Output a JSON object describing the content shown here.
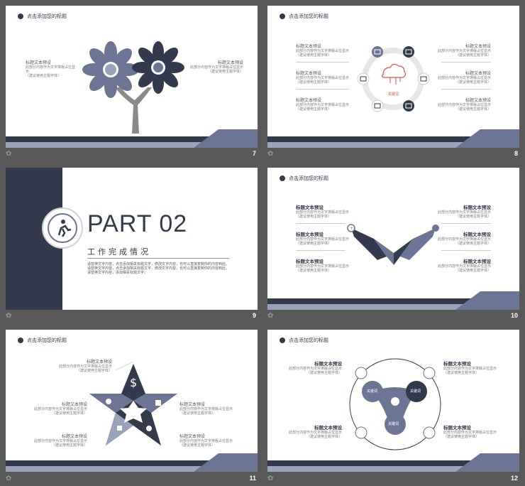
{
  "common": {
    "header_title": "点击添加您的标题",
    "star_glyph": "✩",
    "item_title": "标题文本预设",
    "item_desc_1": "此部分内容作为文字排版占位显示",
    "item_desc_2": "（建议使用主题字体）"
  },
  "slides": [
    {
      "number": "7",
      "labels": [
        "标题文本预设",
        "标题文本预设"
      ]
    },
    {
      "number": "8",
      "labels": [
        "标题文本预设",
        "标题文本预设",
        "标题文本预设",
        "标题文本预设",
        "标题文本预设",
        "标题文本预设"
      ],
      "center_label": "关键词"
    },
    {
      "number": "9",
      "part_title": "PART 02",
      "subtitle": "工作完成情况",
      "body": "请替换文字内容，点击添加相关标题文字，修改文字内容，也可以直接复制你的内容到此。请替换文字内容，点击添加相关标题文字，修改文字内容，也可以直接复制你的内容到此。请替换文字内容，添加相关标题文字。"
    },
    {
      "number": "10",
      "labels": [
        "标题文本预设",
        "标题文本预设",
        "标题文本预设",
        "标题文本预设",
        "标题文本预设",
        "标题文本预设"
      ]
    },
    {
      "number": "11",
      "labels": [
        "标题文本预设",
        "标题文本预设",
        "标题文本预设",
        "标题文本预设",
        "标题文本预设"
      ]
    },
    {
      "number": "12",
      "labels": [
        "标题文本预设",
        "标题文本预设",
        "标题文本预设",
        "标题文本预设"
      ],
      "circle_labels": [
        "关键词",
        "关键词",
        "关键词"
      ]
    }
  ],
  "colors": {
    "dark": "#333a4c",
    "mid": "#6c7594",
    "light": "#9aa2ba",
    "bg": "#595959"
  }
}
